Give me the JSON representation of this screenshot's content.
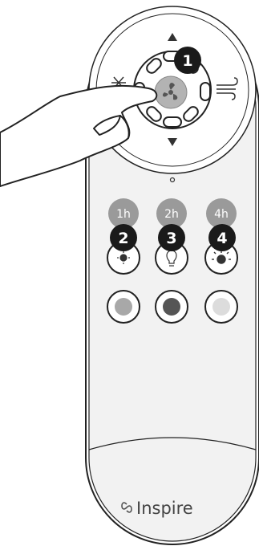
{
  "callouts": [
    "1",
    "2",
    "3",
    "4"
  ],
  "timers": [
    "1h",
    "2h",
    "4h"
  ],
  "brand": {
    "name": "Inspire",
    "logo": "infinity-swirl-logo"
  },
  "icons": {
    "up": "triangle-up-icon",
    "down": "triangle-down-icon",
    "left": "snowflake-icon",
    "right": "wind-icon",
    "center": "fan-icon",
    "light_row": [
      "sun-small-icon",
      "bulb-icon",
      "sun-large-icon"
    ]
  },
  "colors": {
    "body_fill": "#f2f2f2",
    "outline": "#222222",
    "timer_fill": "#9a9a9a",
    "timer_text": "#ffffff",
    "callout_fill": "#1a1a1a",
    "callout_text": "#ffffff",
    "fan_button": "#b3b3b3",
    "color_dots": [
      "#a8a8a8",
      "#555555",
      "#dcdcdc"
    ]
  }
}
